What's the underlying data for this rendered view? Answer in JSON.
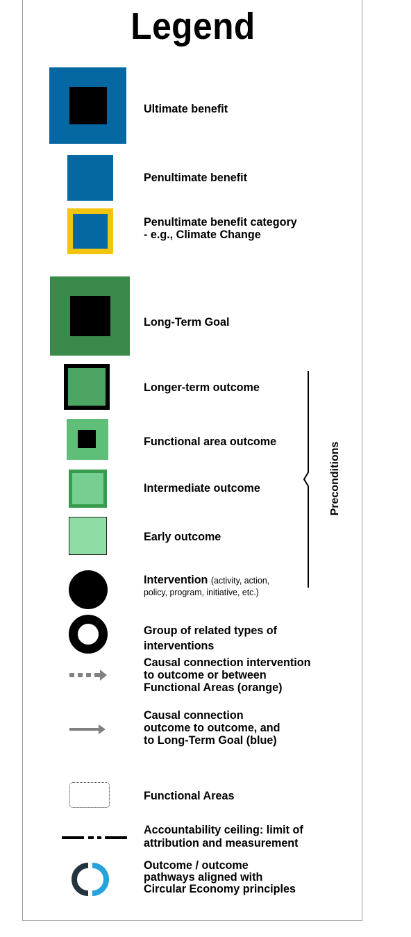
{
  "legend": {
    "title": "Legend",
    "colors": {
      "blue": "#0668a3",
      "yellow": "#f2c40f",
      "green_dark": "#3a8a4b",
      "green_mid": "#4ca563",
      "green_functional": "#5fbf79",
      "green_intermediate_border": "#389a4d",
      "green_intermediate_fill": "#76cf90",
      "green_early": "#8fdca5",
      "grey_arrow": "#808080",
      "circular_dark": "#24343d",
      "circular_light": "#26a3dd"
    },
    "items": [
      {
        "key": "ultimate",
        "icon": "ultimate-benefit-icon",
        "label": "Ultimate benefit"
      },
      {
        "key": "penultimate",
        "icon": "penultimate-benefit-icon",
        "label": "Penultimate benefit"
      },
      {
        "key": "penultimate_category",
        "icon": "penultimate-benefit-category-icon",
        "line1": "Penultimate benefit category",
        "line2": "- e.g., Climate Change"
      },
      {
        "key": "long_term_goal",
        "icon": "long-term-goal-icon",
        "label": "Long-Term Goal"
      },
      {
        "key": "longer_term",
        "icon": "longer-term-outcome-icon",
        "label": "Longer-term outcome"
      },
      {
        "key": "functional_area",
        "icon": "functional-area-outcome-icon",
        "label": "Functional area outcome"
      },
      {
        "key": "intermediate",
        "icon": "intermediate-outcome-icon",
        "label": "Intermediate outcome"
      },
      {
        "key": "early",
        "icon": "early-outcome-icon",
        "label": "Early outcome"
      },
      {
        "key": "intervention",
        "icon": "intervention-icon",
        "label": "Intervention",
        "detail1": "(activity, action,",
        "detail2": "policy, program, initiative, etc.)"
      },
      {
        "key": "group",
        "icon": "group-interventions-icon",
        "line1": "Group of related types of",
        "line2": "interventions"
      },
      {
        "key": "dashed_arrow",
        "icon": "dashed-arrow-icon",
        "line1": "Causal connection intervention",
        "line2": "to outcome or between",
        "line3": "Functional Areas (orange)"
      },
      {
        "key": "solid_arrow",
        "icon": "solid-arrow-icon",
        "line1": "Causal connection",
        "line2": "outcome to outcome, and",
        "line3": "to Long-Term Goal (blue)"
      },
      {
        "key": "functional_areas",
        "icon": "dotted-box-icon",
        "label": "Functional Areas"
      },
      {
        "key": "ceiling",
        "icon": "dash-dot-line-icon",
        "line1": "Accountability ceiling: limit of",
        "line2": "attribution and measurement"
      },
      {
        "key": "circular",
        "icon": "circular-economy-icon",
        "line1": "Outcome / outcome",
        "line2": "pathways aligned with",
        "line3": "Circular Economy principles"
      }
    ],
    "preconditions_label": "Preconditions"
  }
}
